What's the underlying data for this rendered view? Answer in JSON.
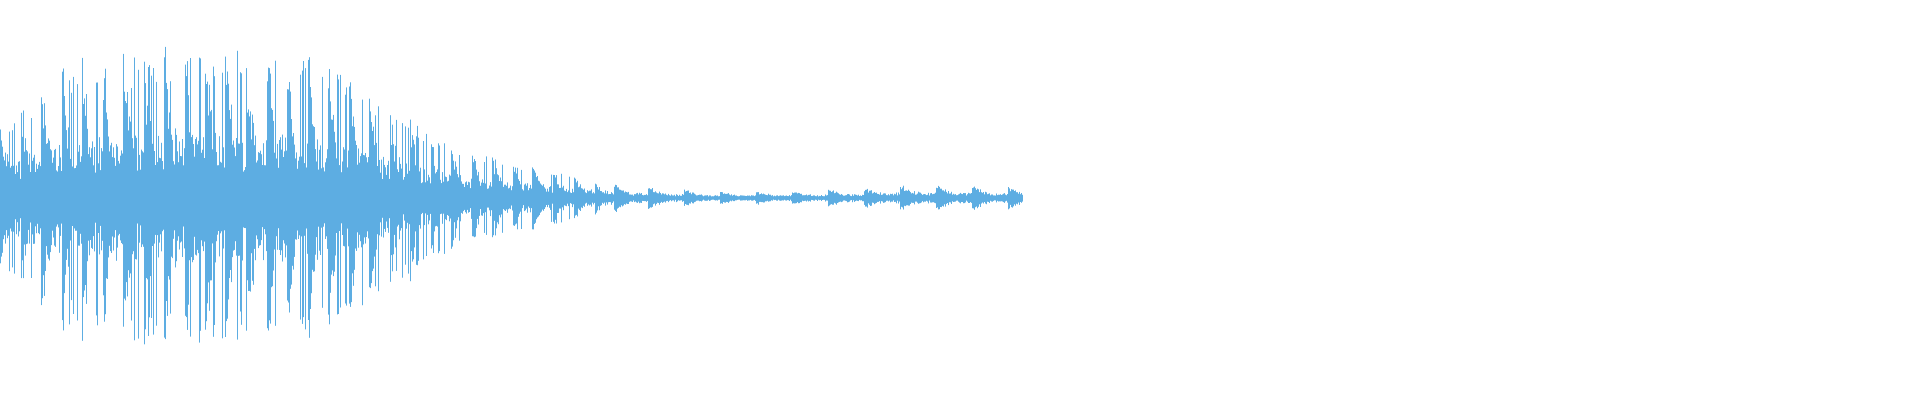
{
  "chart_data": {
    "type": "area",
    "title": "",
    "xlabel": "",
    "ylabel": "",
    "ylim": [
      -1,
      1
    ],
    "grid": false,
    "legend": "none",
    "color": "#5dade2",
    "background": "#ffffff",
    "envelope": {
      "x": [
        0,
        5,
        15,
        25,
        30,
        36,
        41,
        46,
        51,
        56,
        62,
        70,
        80,
        90,
        100
      ],
      "amplitude": [
        0.45,
        0.8,
        0.95,
        0.95,
        0.9,
        0.72,
        0.45,
        0.3,
        0.22,
        0.15,
        0.08,
        0.04,
        0.05,
        0.09,
        0.07
      ]
    },
    "extent_of_canvas_used": 0.533
  }
}
